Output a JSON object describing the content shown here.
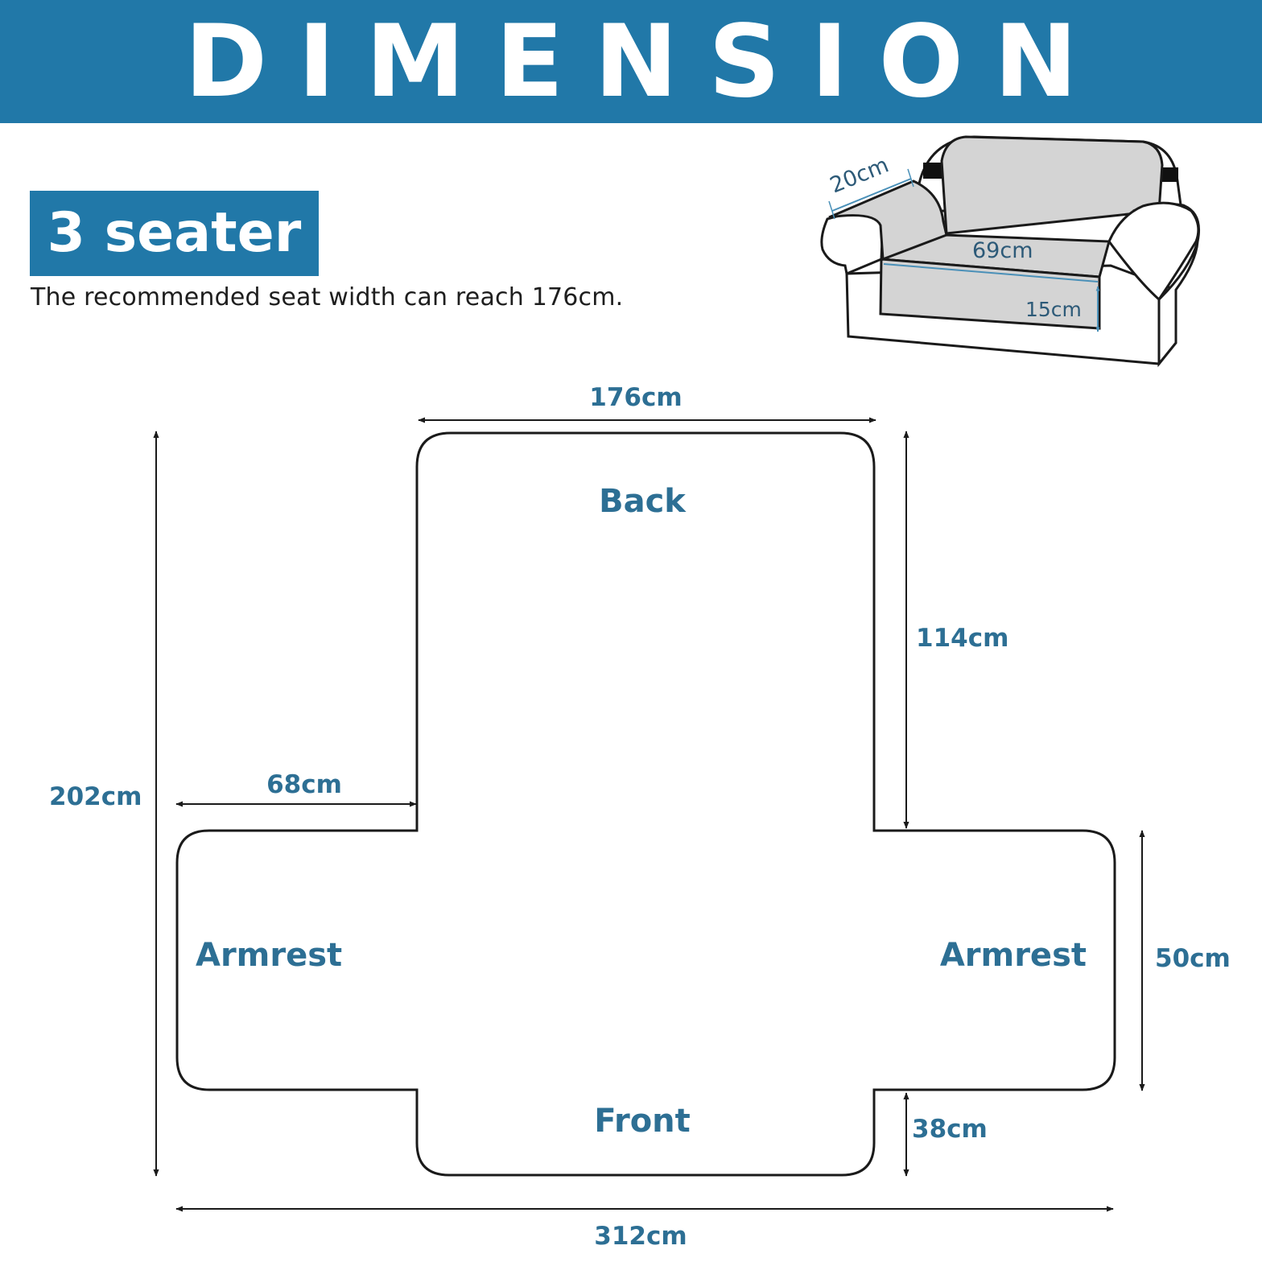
{
  "header": {
    "title": "DIMENSION"
  },
  "product": {
    "size_label": "3 seater",
    "note": "The recommended seat width can reach 176cm."
  },
  "sofa_illustration": {
    "armrest_width": "20cm",
    "seat_depth": "69cm",
    "skirt_drop": "15cm"
  },
  "cover_layout": {
    "regions": {
      "back": "Back",
      "front": "Front",
      "armrest_left": "Armrest",
      "armrest_right": "Armrest"
    },
    "dimensions": {
      "back_width": "176cm",
      "back_length": "114cm",
      "total_length": "202cm",
      "armrest_extension": "68cm",
      "armrest_length": "50cm",
      "front_length": "38cm",
      "total_width": "312cm"
    }
  },
  "colors": {
    "brand_blue": "#2178a8",
    "label_blue": "#2d6f94",
    "outline": "#1a1a1a",
    "sofa_fill": "#d4d4d4"
  }
}
